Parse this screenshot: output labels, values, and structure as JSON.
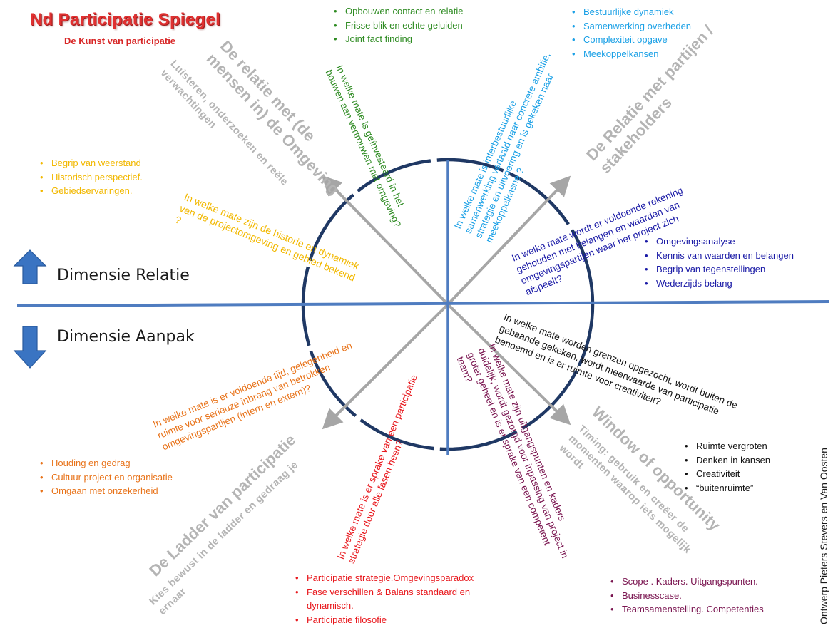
{
  "title": {
    "main": "Nd Participatie Spiegel",
    "sub": "De Kunst van participatie"
  },
  "dimensions": {
    "relatie": "Dimensie Relatie",
    "aanpak": "Dimensie Aanpak"
  },
  "credit": "Ontwerp Pieters Stevers en Van Oosten",
  "colors": {
    "axis": "#4f7cc0",
    "circle": "#1f3864",
    "spoke": "#a6a6a6",
    "green": "#2e8b22",
    "cyan": "#1aa0e6",
    "yellow": "#f2b800",
    "navy": "#1a1aa6",
    "orange": "#e8731a",
    "red": "#e8161b",
    "maroon": "#7a1550",
    "grey": "#b4b4b4",
    "title_red": "#e03131"
  },
  "lists": {
    "contact": [
      "Opbouwen contact en relatie",
      "Frisse blik en echte geluiden",
      "Joint  fact  finding"
    ],
    "bestuur": [
      "Bestuurlijke dynamiek",
      "Samenwerking overheden",
      "Complexiteit opgave",
      "Meekoppelkansen"
    ],
    "historie": [
      "Begrip van weerstand",
      "Historisch perspectief.",
      "Gebiedservaringen."
    ],
    "omgeving": [
      "Omgevingsanalyse",
      "Kennis van waarden en belangen",
      "Begrip van tegenstellingen",
      "Wederzijds belang"
    ],
    "houding": [
      "Houding en gedrag",
      "Cultuur project en organisatie",
      "Omgaan met onzekerheid"
    ],
    "ruimte": [
      "Ruimte vergroten",
      "Denken in kansen",
      "Creativiteit",
      "“buitenruimte”"
    ],
    "strategie": [
      "Participatie strategie.Omgevingsparadox",
      "Fase verschillen & Balans standaard en",
      "dynamisch.",
      "Participatie filosofie"
    ],
    "scope": [
      "Scope . Kaders. Uitgangspunten.",
      "Businesscase.",
      "Teamsamenstelling. Competenties"
    ]
  },
  "sectors": {
    "omgeving": {
      "title": [
        "De relatie met (de",
        "mensen in) de Omgeving"
      ],
      "sub": [
        "Luisteren, onderzoeken en reële",
        "verwachtingen"
      ]
    },
    "stakeholders": {
      "title": [
        "De Relatie met partijen /",
        "stakeholders"
      ]
    },
    "ladder": {
      "title": [
        "De Ladder van participatie"
      ],
      "sub": [
        "Kies bewust in de ladder en gedraag je",
        "ernaar"
      ]
    },
    "window": {
      "title": [
        "Window of opportunity"
      ],
      "sub": [
        "Timing: gebruik en creëer de",
        "momenten waarop iets mogelijk",
        "wordt"
      ]
    }
  },
  "questions": {
    "vertrouwen": [
      "In welke mate is geïnvesteerd in het",
      "bouwen aan vertrouwen met omgeving?"
    ],
    "interbestuurlijk": [
      "In welke mate is interbestuurlijke",
      "samenwerking vertaald naar concrete ambitie,",
      "strategie en uitvoering en is gekeken naar",
      "meekoppelkasne   ?"
    ],
    "historie": [
      "In welke mate zijn de historie en dynamiek",
      "van de projectomgeving en gebied bekend",
      "?"
    ],
    "belangen": [
      "In welke mate wordt er voldoende rekening",
      "gehouden met belangen en waarden van",
      "omgevingspartijen waar het project zich",
      "afspeelt?"
    ],
    "grenzen": [
      "In welke mate worden grenzen opgezocht, wordt buiten de",
      "gebaande gekeken, wordt meerwaarde van participatie",
      "benoemd en is er ruimte voor creativiteit?"
    ],
    "uitgangspunten": [
      "In welke mate zijn uitgangspunten en kaders",
      "duidelijk, wordt gezorgd voor inpassing van project in",
      "groter geheel en is er sprake van een competent",
      "team?"
    ],
    "participatie": [
      "In welke mate is er sprake van een participatie",
      "strategie door alle fasen heen?"
    ],
    "tijd": [
      "In welke mate is er voldoende tijd, gelegenheid en",
      "ruimte voor serieuze inbreng van betrokken",
      "omgevingspartijen (intern en extern)?"
    ]
  }
}
